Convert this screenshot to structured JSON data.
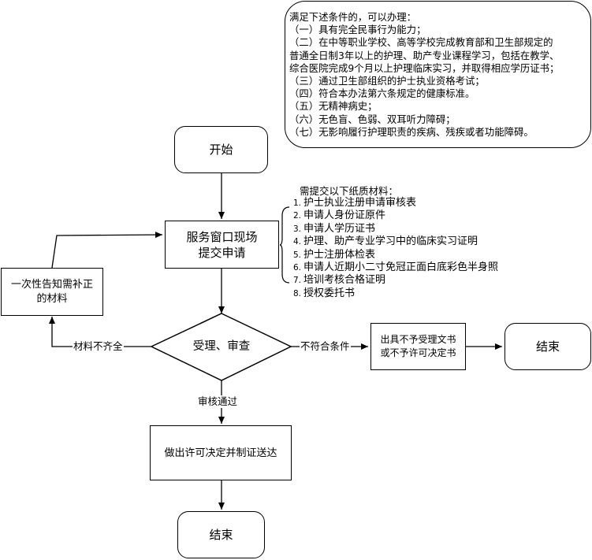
{
  "conditions": {
    "lines": [
      "满足下述条件的，可以办理：",
      "（一）具有完全民事行为能力；",
      "（二）在中等职业学校、高等学校完成教育部和卫生部规定的",
      "普通全日制3年以上的护理、助产专业课程学习，包括在教学、",
      "综合医院完成9个月以上护理临床实习，并取得相应学历证书；",
      "（三）通过卫生部组织的护士执业资格考试；",
      "（四）符合本办法第六条规定的健康标准。",
      "（五）无精神病史；",
      "（六）无色盲、色弱、双耳听力障碍；",
      "（七）无影响履行护理职责的疾病、残疾或者功能障碍。"
    ]
  },
  "materials": {
    "title": "需提交以下纸质材料：",
    "items": [
      {
        "num": "1.",
        "text": "护士执业注册申请审核表"
      },
      {
        "num": "2.",
        "text": "申请人身份证原件"
      },
      {
        "num": "3.",
        "text": "申请人学历证书"
      },
      {
        "num": "4.",
        "text": "护理、助产专业学习中的临床实习证明"
      },
      {
        "num": "5.",
        "text": "护士注册体检表"
      },
      {
        "num": "6.",
        "text": "申请人近期小二寸免冠正面白底彩色半身照"
      },
      {
        "num": "7.",
        "text": "培训考核合格证明"
      },
      {
        "num": "8.",
        "text": "授权委托书"
      }
    ]
  },
  "flow": {
    "start": "开始",
    "submit_line1": "服务窗口现场",
    "submit_line2": "提交申请",
    "review": "受理、审查",
    "supplement_line1": "一次性告知需补正",
    "supplement_line2": "的材料",
    "reject_line1": "出具不予受理文书",
    "reject_line2": "或不予许可决定书",
    "end_right": "结束",
    "decision": "做出许可决定并制证送达",
    "end_bottom": "结束"
  },
  "labels": {
    "incomplete": "材料不齐全",
    "not_qualified": "不符合条件",
    "approved": "审核通过"
  }
}
